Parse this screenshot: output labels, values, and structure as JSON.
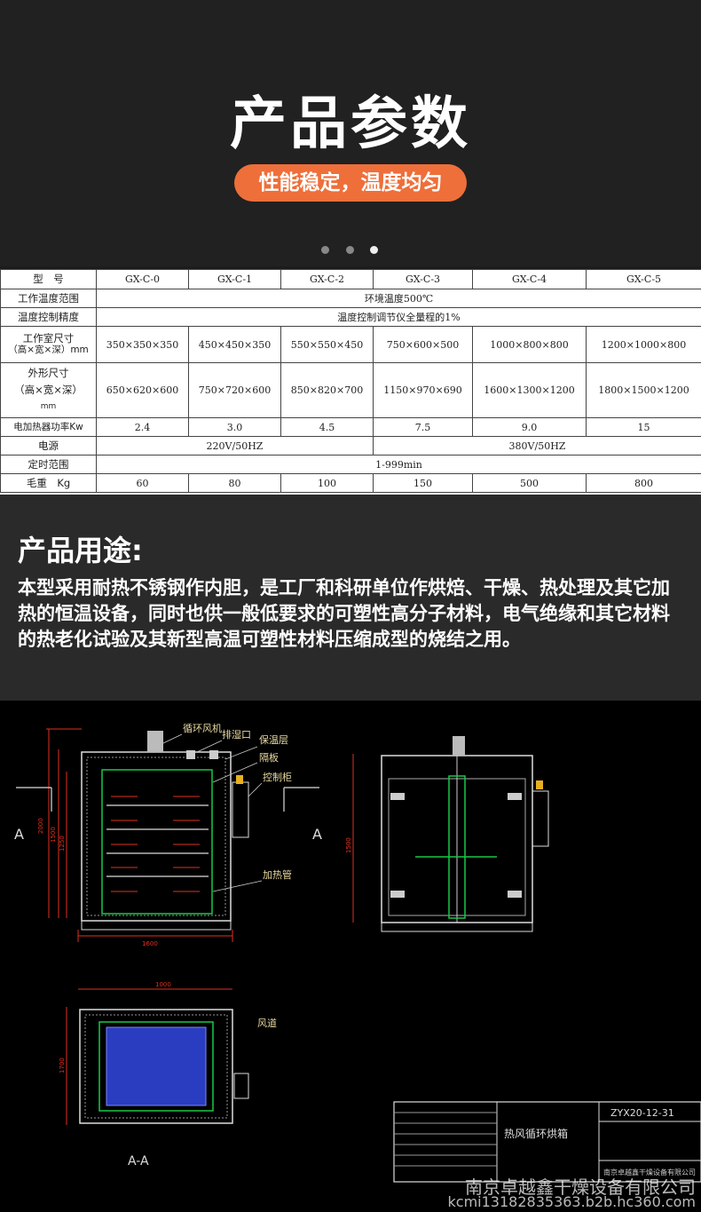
{
  "header": {
    "title": "产品参数",
    "subtitle": "性能稳定，温度均匀",
    "carousel": {
      "count": 3,
      "active_index": 2
    }
  },
  "spec_table": {
    "model_label": "型　号",
    "models": [
      "GX-C-0",
      "GX-C-1",
      "GX-C-2",
      "GX-C-3",
      "GX-C-4",
      "GX-C-5"
    ],
    "temp_range_label": "工作温度范围",
    "temp_range_value": "环境温度500℃",
    "temp_precision_label": "温度控制精度",
    "temp_precision_value": "温度控制调节仪全量程的1%",
    "chamber_label_1": "工作室尺寸",
    "chamber_label_2": "（高×宽×深）mm",
    "chamber_sizes": [
      "350×350×350",
      "450×450×350",
      "550×550×450",
      "750×600×500",
      "1000×800×800",
      "1200×1000×800"
    ],
    "outer_label_1": "外形尺寸",
    "outer_label_2": "（高×宽×深）",
    "outer_label_3": "mm",
    "outer_sizes": [
      "650×620×600",
      "750×720×600",
      "850×820×700",
      "1150×970×690",
      "1600×1300×1200",
      "1800×1500×1200"
    ],
    "power_label": "电加热器功率Kw",
    "powers": [
      "2.4",
      "3.0",
      "4.5",
      "7.5",
      "9.0",
      "15"
    ],
    "supply_label": "电源",
    "supply_a": "220V/50HZ",
    "supply_b": "380V/50HZ",
    "timer_label": "定时范围",
    "timer_value": "1-999min",
    "weight_label": "毛重　Kg",
    "weights": [
      "60",
      "80",
      "100",
      "150",
      "500",
      "800"
    ]
  },
  "usage": {
    "title": "产品用途:",
    "text": "本型采用耐热不锈钢作内胆，是工厂和科研单位作烘焙、干燥、热处理及其它加热的恒温设备，同时也供一般低要求的可塑性高分子材料，电气绝缘和其它材料的热老化试验及其新型高温可塑性材料压缩成型的烧结之用。"
  },
  "drawing": {
    "labels": {
      "fan": "循环风机",
      "vent": "排湿口",
      "insulation": "保温层",
      "rack": "隔板",
      "control": "控制柜",
      "heater": "加热管",
      "air_duct": "风道",
      "section_left": "A",
      "section_right": "A",
      "section_mark": "A",
      "section_view": "A-A",
      "dim_width": "1600",
      "dim_top": "1000",
      "dim_h1": "2000",
      "dim_h2": "1500",
      "dim_h3": "1250",
      "dim_front_h": "1500",
      "dim_plan": "1700"
    },
    "title_block": {
      "drawing_no": "ZYX20-12-31",
      "name": "热风循环烘箱",
      "company_small": "南京卓越鑫干燥设备有限公司"
    }
  },
  "watermark": {
    "line1": "南京卓越鑫干燥设备有限公司",
    "line2": "kcmi13182835363.b2b.hc360.com"
  },
  "colors": {
    "accent": "#ee6f3a",
    "cad_green": "#18c848",
    "cad_red": "#e03020",
    "cad_blue": "#2a3cc0"
  }
}
